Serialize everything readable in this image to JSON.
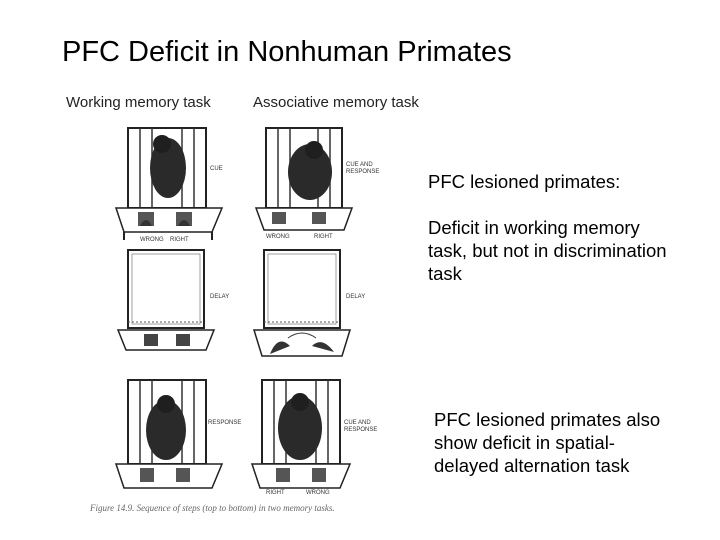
{
  "slide": {
    "title": "PFC Deficit in Nonhuman Primates",
    "column_headers": {
      "left": "Working memory task",
      "right": "Associative memory task"
    },
    "point_1_heading": "PFC lesioned primates:",
    "point_1_body": [
      "Deficit in working memory",
      "task, but not in discrimination",
      "task"
    ],
    "point_2_body": [
      "PFC lesioned primates also",
      "show deficit in spatial-",
      "delayed alternation task"
    ]
  },
  "figure": {
    "left_labels": {
      "cue": "CUE",
      "delay": "DELAY",
      "response": "RESPONSE",
      "wrong": "WRONG",
      "right": "RIGHT"
    },
    "right_labels": {
      "cue_response_1": "CUE AND",
      "cue_response_2": "RESPONSE",
      "delay": "DELAY",
      "wrong": "WRONG",
      "right": "RIGHT"
    },
    "caption": "Figure 14.9. Sequence of steps (top to bottom) in two memory tasks."
  }
}
